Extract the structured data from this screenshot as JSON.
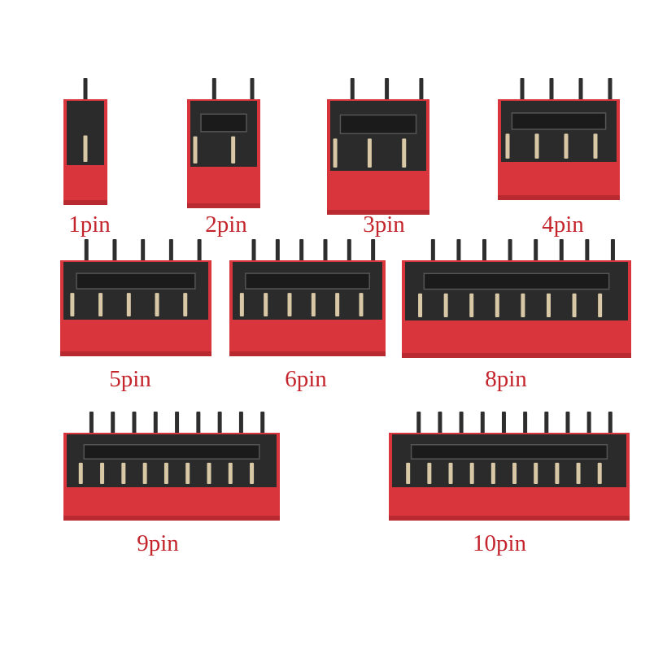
{
  "colors": {
    "label": "#c4242c",
    "housing": "#d8353c",
    "housing_dark": "#b92a30",
    "top": "#2b2b2b",
    "pin_dark": "#2e2e2e",
    "pin_gold": "#d9c8a5",
    "window": "#1b1b1b"
  },
  "switches": [
    {
      "label": "1pin",
      "pins": 1
    },
    {
      "label": "2pin",
      "pins": 2
    },
    {
      "label": "3pin",
      "pins": 3
    },
    {
      "label": "4pin",
      "pins": 4
    },
    {
      "label": "5pin",
      "pins": 5
    },
    {
      "label": "6pin",
      "pins": 6
    },
    {
      "label": "8pin",
      "pins": 8
    },
    {
      "label": "9pin",
      "pins": 9
    },
    {
      "label": "10pin",
      "pins": 10
    }
  ]
}
